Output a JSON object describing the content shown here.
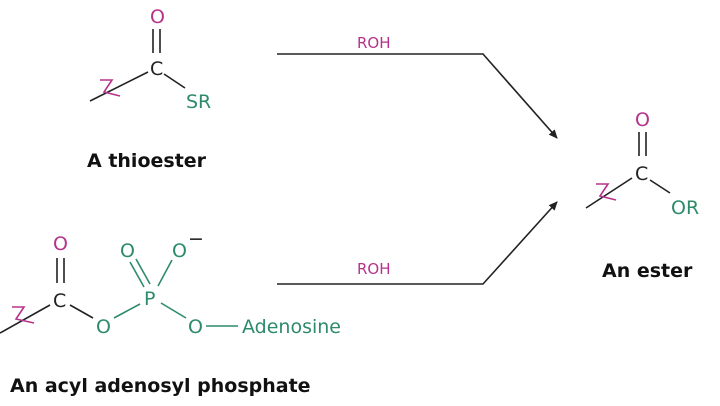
{
  "colors": {
    "oxygen_carbonyl": "#b5338a",
    "heteroatom": "#2e8b6a",
    "bond": "#222222"
  },
  "thioester": {
    "o": "O",
    "c": "C",
    "sr": "SR",
    "label": "A thioester"
  },
  "acyl_phosphate": {
    "o_carbonyl": "O",
    "c": "C",
    "o_bridge": "O",
    "p": "P",
    "o_double": "O",
    "o_minus": "O",
    "charge": "−",
    "o_ester": "O",
    "adenosine": "Adenosine",
    "label": "An acyl adenosyl phosphate"
  },
  "ester": {
    "o": "O",
    "c": "C",
    "or": "OR",
    "label": "An ester"
  },
  "arrows": {
    "top_reagent": "ROH",
    "bottom_reagent": "ROH"
  }
}
